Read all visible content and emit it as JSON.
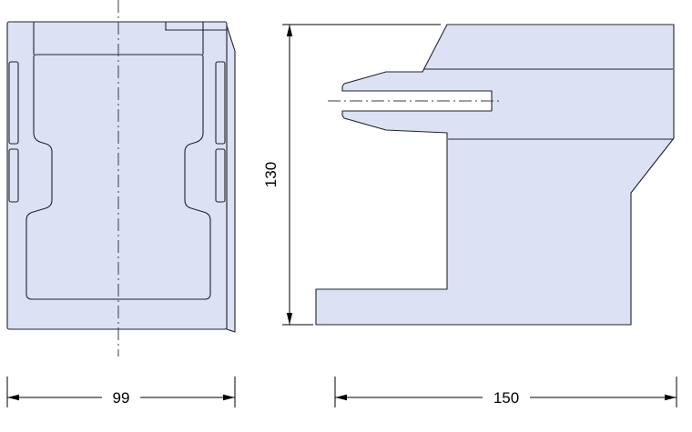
{
  "dimensions": {
    "front_width": {
      "label": "99"
    },
    "side_height": {
      "label": "130"
    },
    "side_depth": {
      "label": "150"
    }
  },
  "colors": {
    "body_fill": "#dce1f3",
    "outline": "#20242f",
    "dimension_line": "#000000",
    "centerline": "#3c3c48"
  }
}
